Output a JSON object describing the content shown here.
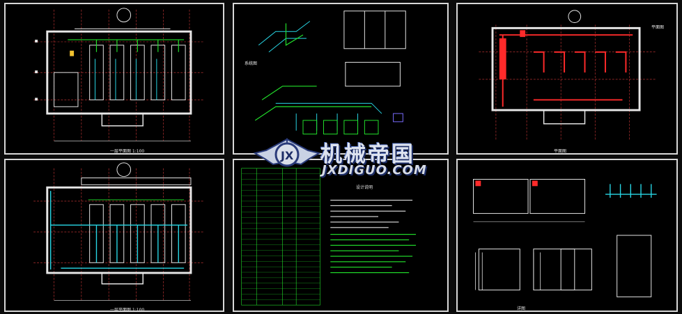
{
  "watermark": {
    "brand_cn": "机械帝国",
    "brand_en": "JXDIGUO.COM"
  },
  "sheets": [
    {
      "id": "sheet-1",
      "caption": "一层平面图 1:100"
    },
    {
      "id": "sheet-2",
      "caption": "系统图"
    },
    {
      "id": "sheet-3",
      "caption": "平面图",
      "corner_label": "平面图"
    },
    {
      "id": "sheet-4",
      "caption": "一层平面图 1:100"
    },
    {
      "id": "sheet-5",
      "caption": "设计说明"
    },
    {
      "id": "sheet-6",
      "caption": "详图"
    }
  ],
  "colors": {
    "frame": "#d8d8d8",
    "pipe_green": "#22e02b",
    "pipe_cyan": "#28d7e6",
    "pipe_red": "#ff2a2a",
    "axis_red": "#d63a3a",
    "wall_white": "#e6e6e6"
  }
}
